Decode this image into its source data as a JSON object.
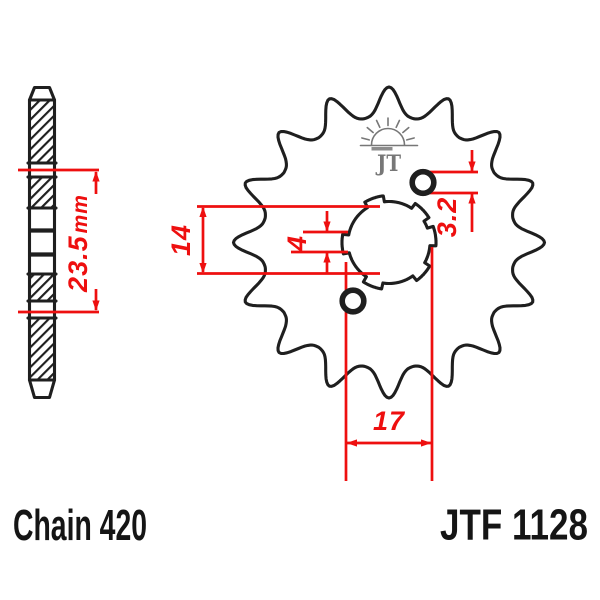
{
  "product": {
    "code": "JTF 1128",
    "chain_type": "Chain 420"
  },
  "logo": {
    "brand": "JT"
  },
  "dimensions": {
    "stack_width": {
      "value": "23.5",
      "unit": "mm"
    },
    "bore_inner_diameter": "14",
    "spline_key_width": "4",
    "bolt_hole_diameter": "3.2",
    "bore_outer_diameter": "17"
  },
  "sprocket": {
    "teeth": 16,
    "spline_tabs": 6,
    "bolt_holes": 2
  },
  "colors": {
    "dimension_red": "#ee0f0f",
    "outline_black": "#1f1f1f",
    "logo_gray": "#777777",
    "background": "#ffffff"
  }
}
